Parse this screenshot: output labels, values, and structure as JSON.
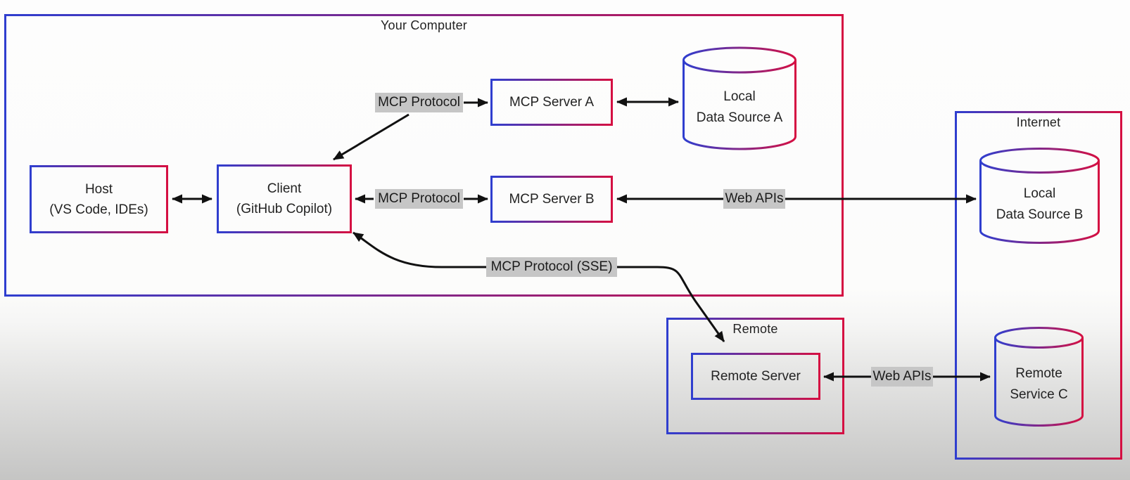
{
  "containers": {
    "your_computer": {
      "label": "Your Computer"
    },
    "internet": {
      "label": "Internet"
    },
    "remote": {
      "label": "Remote"
    }
  },
  "nodes": {
    "host": {
      "line1": "Host",
      "line2": "(VS Code, IDEs)"
    },
    "client": {
      "line1": "Client",
      "line2": "(GitHub Copilot)"
    },
    "mcp_server_a": {
      "line1": "MCP Server A"
    },
    "mcp_server_b": {
      "line1": "MCP Server B"
    },
    "remote_server": {
      "line1": "Remote Server"
    },
    "local_data_source_a": {
      "line1": "Local",
      "line2": "Data Source A"
    },
    "local_data_source_b": {
      "line1": "Local",
      "line2": "Data Source B"
    },
    "remote_service_c": {
      "line1": "Remote",
      "line2": "Service C"
    }
  },
  "edge_labels": {
    "mcp_protocol_a": "MCP Protocol",
    "mcp_protocol_b": "MCP Protocol",
    "web_apis_b": "Web APIs",
    "mcp_protocol_sse": "MCP Protocol (SSE)",
    "web_apis_c": "Web APIs"
  },
  "edges": [
    {
      "from": "Host",
      "to": "Client",
      "label": "",
      "type": "bidirectional"
    },
    {
      "from": "Client",
      "to": "MCP Server A",
      "label": "MCP Protocol",
      "type": "directed"
    },
    {
      "from": "MCP Server A",
      "to": "Local Data Source A",
      "label": "",
      "type": "bidirectional"
    },
    {
      "from": "Client",
      "to": "MCP Server B",
      "label": "MCP Protocol",
      "type": "bidirectional"
    },
    {
      "from": "MCP Server B",
      "to": "Local Data Source B",
      "label": "Web APIs",
      "type": "bidirectional"
    },
    {
      "from": "Client",
      "to": "Remote Server",
      "label": "MCP Protocol (SSE)",
      "type": "bidirectional"
    },
    {
      "from": "Remote Server",
      "to": "Remote Service C",
      "label": "Web APIs",
      "type": "bidirectional"
    }
  ],
  "colors": {
    "gradient_blue": "#2f3ecf",
    "gradient_red": "#d50f42",
    "label_bg": "#c6c6c6",
    "line": "#111111",
    "text": "#232323",
    "bg_top": "#fdfdfd",
    "bg_bottom": "#c5c5c4"
  }
}
